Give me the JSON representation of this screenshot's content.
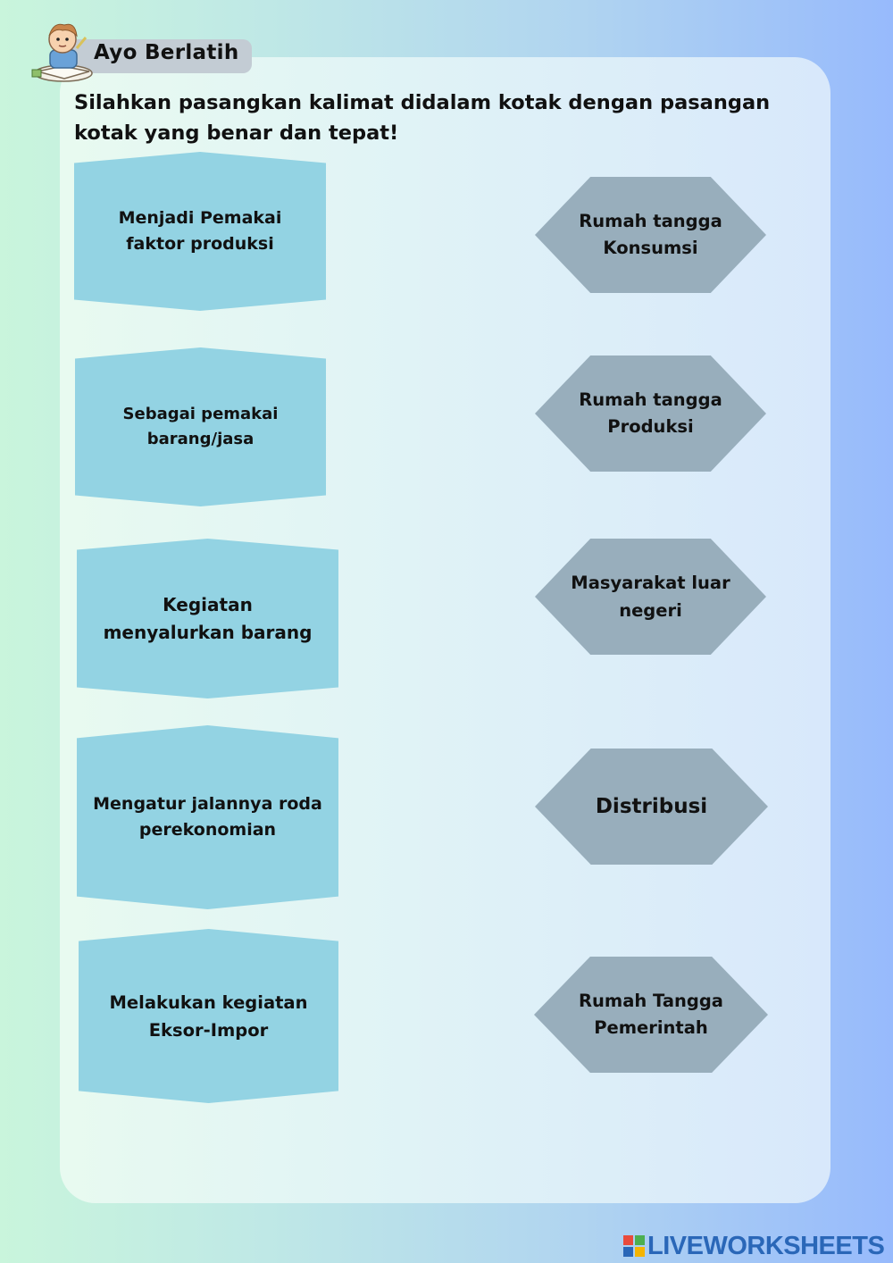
{
  "header": {
    "title": "Ayo Berlatih"
  },
  "instruction": "Silahkan pasangkan kalimat didalam kotak dengan pasangan kotak yang benar dan tepat!",
  "left_items": [
    {
      "line1": "Menjadi Pemakai",
      "line2": "faktor produksi"
    },
    {
      "line1": "Sebagai pemakai",
      "line2": "barang/jasa"
    },
    {
      "line1": "Kegiatan",
      "line2": "menyalurkan barang"
    },
    {
      "line1": "Mengatur jalannya roda",
      "line2": "perekonomian"
    },
    {
      "line1": "Melakukan kegiatan",
      "line2": "Eksor-Impor"
    }
  ],
  "right_items": [
    {
      "line1": "Rumah tangga",
      "line2": "Konsumsi"
    },
    {
      "line1": "Rumah tangga",
      "line2": "Produksi"
    },
    {
      "line1": "Masyarakat luar",
      "line2": "negeri"
    },
    {
      "line1": "Distribusi",
      "line2": ""
    },
    {
      "line1": "Rumah Tangga",
      "line2": "Pemerintah"
    }
  ],
  "brand": {
    "name": "LIVEWORKSHEETS"
  },
  "colors": {
    "left_box": "#93d3e3",
    "right_hex": "#98aebc",
    "brand": "#2a67b8"
  }
}
